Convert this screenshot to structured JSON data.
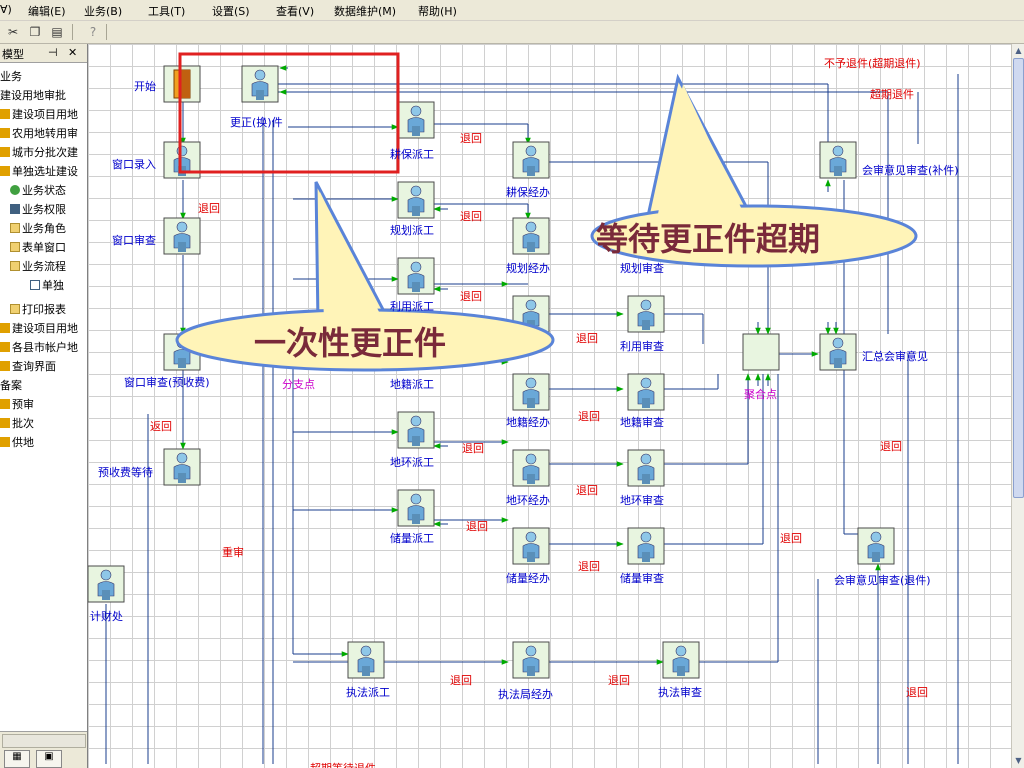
{
  "menu": [
    "Ɐ)",
    "编辑(E)",
    "业务(B)",
    "工具(T)",
    "设置(S)",
    "查看(V)",
    "数据维护(M)",
    "帮助(H)"
  ],
  "panel": {
    "title": "模型",
    "pin": "ᵖ",
    "close": "✕"
  },
  "tree": [
    "业务",
    "建设用地审批",
    "建设项目用地",
    "农用地转用审",
    "城市分批次建",
    "单独选址建设",
    "业务状态",
    "业务权限",
    "业务角色",
    "表单窗口",
    "业务流程",
    "单独",
    "打印报表",
    "建设项目用地",
    "各县市帐户地",
    "查询界面",
    "备案",
    "预审",
    "批次",
    "供地"
  ],
  "nodes": {
    "start": "开始",
    "correction": "更正(换)件",
    "window_entry": "窗口录入",
    "window_review": "窗口审查",
    "window_review_fee": "窗口审查(预收费)",
    "fee_wait": "预收费等待",
    "finance": "计财处",
    "gengbao_dispatch": "耕保派工",
    "gengbao_handle": "耕保经办",
    "guihua_dispatch": "规划派工",
    "guihua_handle": "规划经办",
    "guihua_review": "规划审查",
    "liyong_dispatch": "利用派工",
    "liyong_review": "利用审查",
    "diji_dispatch": "地籍派工",
    "diji_handle": "地籍经办",
    "diji_review": "地籍审查",
    "dihuan_dispatch": "地环派工",
    "dihuan_handle": "地环经办",
    "dihuan_review": "地环审查",
    "chuliang_dispatch": "储量派工",
    "chuliang_handle": "储量经办",
    "chuliang_review": "储量审查",
    "enforce_dispatch": "执法派工",
    "enforce_handle": "执法局经办",
    "enforce_review": "执法审查",
    "joint_supp": "会审意见审查(补件)",
    "summary": "汇总会审意见",
    "joint_return": "会审意见审查(退件)",
    "split": "分支点",
    "merge": "聚合点"
  },
  "labels": {
    "return": "退回",
    "return2": "返回",
    "reexam": "重审",
    "no_return": "不予退件(超期退件)",
    "overdue_return": "超期退件",
    "bottom_partial": "超期等待退件"
  },
  "callouts": {
    "right": "等待更正件超期",
    "left": "一次性更正件"
  }
}
